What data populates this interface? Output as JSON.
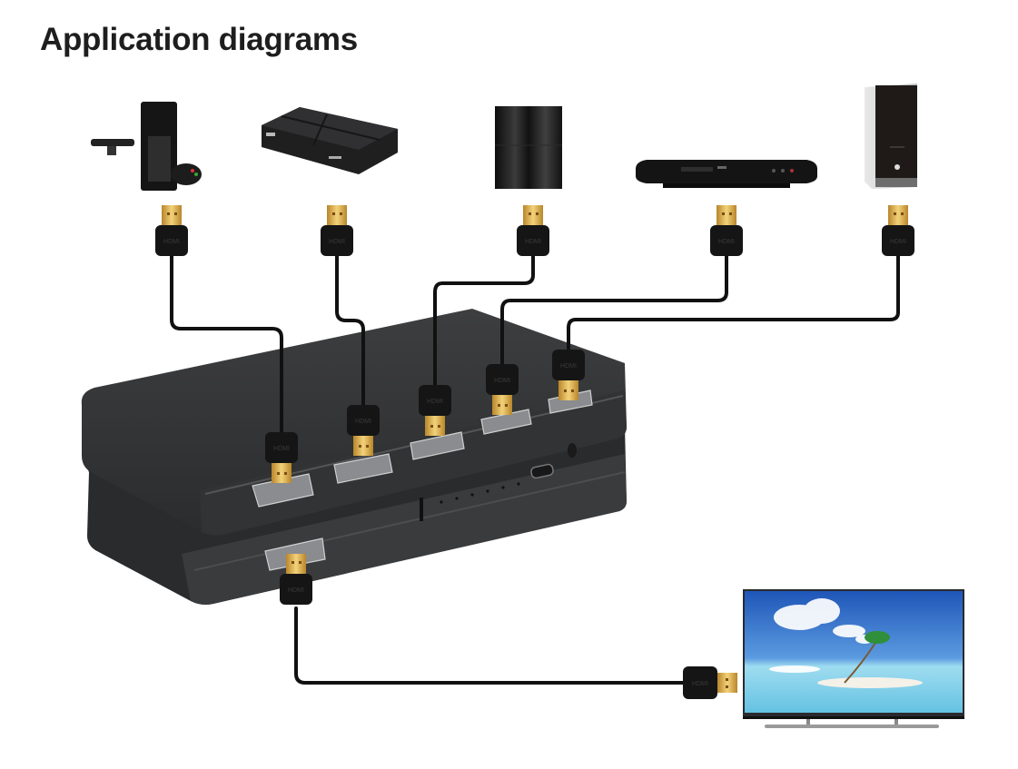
{
  "page": {
    "title": "Application diagrams"
  },
  "diagram": {
    "type": "hdmi-switch-application",
    "sources": [
      {
        "id": "game-console-with-camera",
        "label": "Game console (with motion camera & controller)"
      },
      {
        "id": "set-top-box",
        "label": "Set-top box"
      },
      {
        "id": "game-console-vertical",
        "label": "Game console"
      },
      {
        "id": "dvd-player",
        "label": "DVD player"
      },
      {
        "id": "desktop-pc",
        "label": "Desktop PC tower"
      }
    ],
    "hub": {
      "id": "hdmi-switch",
      "label": "HDMI switch (5 inputs, 1 output)",
      "input_count": 5,
      "output_count": 1
    },
    "sink": {
      "id": "tv",
      "label": "Flat-panel TV"
    },
    "connector_label": "HDMI",
    "connections": [
      {
        "from": "game-console-with-camera",
        "to": "hdmi-switch",
        "port": "input-1"
      },
      {
        "from": "set-top-box",
        "to": "hdmi-switch",
        "port": "input-2"
      },
      {
        "from": "game-console-vertical",
        "to": "hdmi-switch",
        "port": "input-3"
      },
      {
        "from": "dvd-player",
        "to": "hdmi-switch",
        "port": "input-4"
      },
      {
        "from": "desktop-pc",
        "to": "hdmi-switch",
        "port": "input-5"
      },
      {
        "from": "hdmi-switch",
        "to": "tv",
        "port": "output"
      }
    ]
  },
  "colors": {
    "cable": "#111111",
    "device_body": "#333436",
    "connector_gold": "#d9b243",
    "sky": "#2a68c6",
    "sea": "#8fd3ea"
  }
}
